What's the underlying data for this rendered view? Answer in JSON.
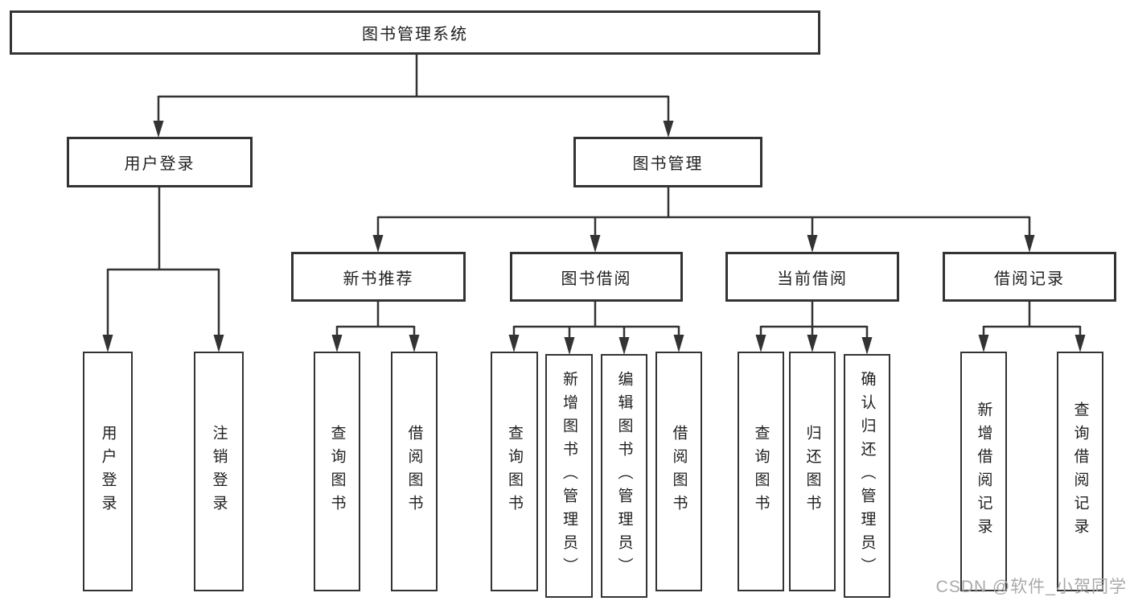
{
  "diagram": {
    "title": "图书管理系统",
    "type": "hierarchy",
    "tree": {
      "label": "图书管理系统",
      "children": [
        {
          "label": "用户登录",
          "children": [
            {
              "label": "用户登录"
            },
            {
              "label": "注销登录"
            }
          ]
        },
        {
          "label": "图书管理",
          "children": [
            {
              "label": "新书推荐",
              "children": [
                {
                  "label": "查询图书"
                },
                {
                  "label": "借阅图书"
                }
              ]
            },
            {
              "label": "图书借阅",
              "children": [
                {
                  "label": "查询图书"
                },
                {
                  "label": "新增图书（管理员）"
                },
                {
                  "label": "编辑图书（管理员）"
                },
                {
                  "label": "借阅图书"
                }
              ]
            },
            {
              "label": "当前借阅",
              "children": [
                {
                  "label": "查询图书"
                },
                {
                  "label": "归还图书"
                },
                {
                  "label": "确认归还（管理员）"
                }
              ]
            },
            {
              "label": "借阅记录",
              "children": [
                {
                  "label": "新增借阅记录"
                },
                {
                  "label": "查询借阅记录"
                }
              ]
            }
          ]
        }
      ]
    }
  },
  "watermark": "CSDN @软件_小贺同学",
  "colors": {
    "line": "#333333",
    "text": "#1f1f1f",
    "background": "#ffffff",
    "watermark": "#a9a9a9"
  }
}
